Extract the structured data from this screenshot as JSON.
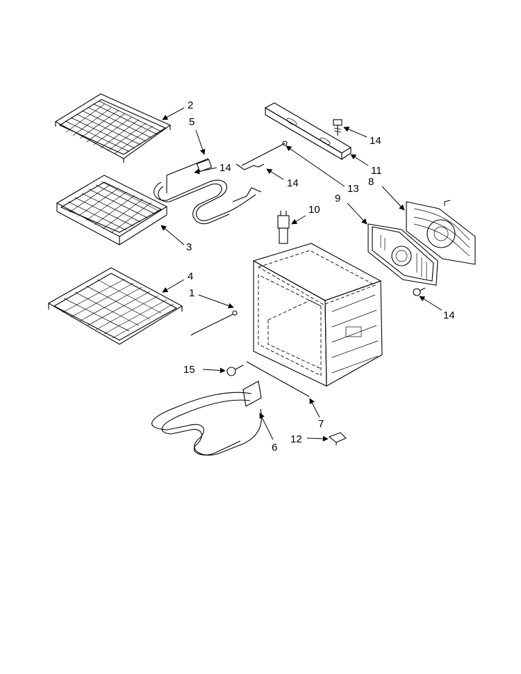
{
  "callouts": [
    {
      "id": "1",
      "label": "1"
    },
    {
      "id": "2",
      "label": "2"
    },
    {
      "id": "3",
      "label": "3"
    },
    {
      "id": "4",
      "label": "4"
    },
    {
      "id": "5",
      "label": "5"
    },
    {
      "id": "6",
      "label": "6"
    },
    {
      "id": "7",
      "label": "7"
    },
    {
      "id": "8",
      "label": "8"
    },
    {
      "id": "9",
      "label": "9"
    },
    {
      "id": "10",
      "label": "10"
    },
    {
      "id": "11",
      "label": "11"
    },
    {
      "id": "12",
      "label": "12"
    },
    {
      "id": "13",
      "label": "13"
    },
    {
      "id": "14a",
      "label": "14"
    },
    {
      "id": "14b",
      "label": "14"
    },
    {
      "id": "14c",
      "label": "14"
    },
    {
      "id": "14d",
      "label": "14"
    },
    {
      "id": "15",
      "label": "15"
    }
  ]
}
